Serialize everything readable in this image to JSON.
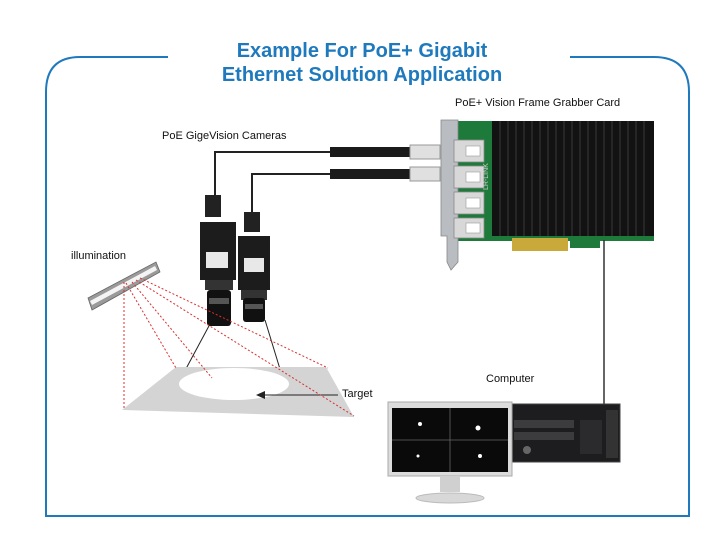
{
  "title": {
    "line1": "Example For PoE+ Gigabit",
    "line2": "Ethernet Solution Application"
  },
  "labels": {
    "frame_grabber": "PoE+ Vision Frame Grabber Card",
    "cameras": "PoE GigeVision Cameras",
    "illumination": "illumination",
    "target": "Target",
    "computer": "Computer",
    "card_brand": "LR-LINK"
  },
  "colors": {
    "frame": "#1f79bd",
    "title": "#1f79bd",
    "heatsink": "#111111",
    "pcb": "#1d7a3a",
    "laser": "#d83030"
  }
}
